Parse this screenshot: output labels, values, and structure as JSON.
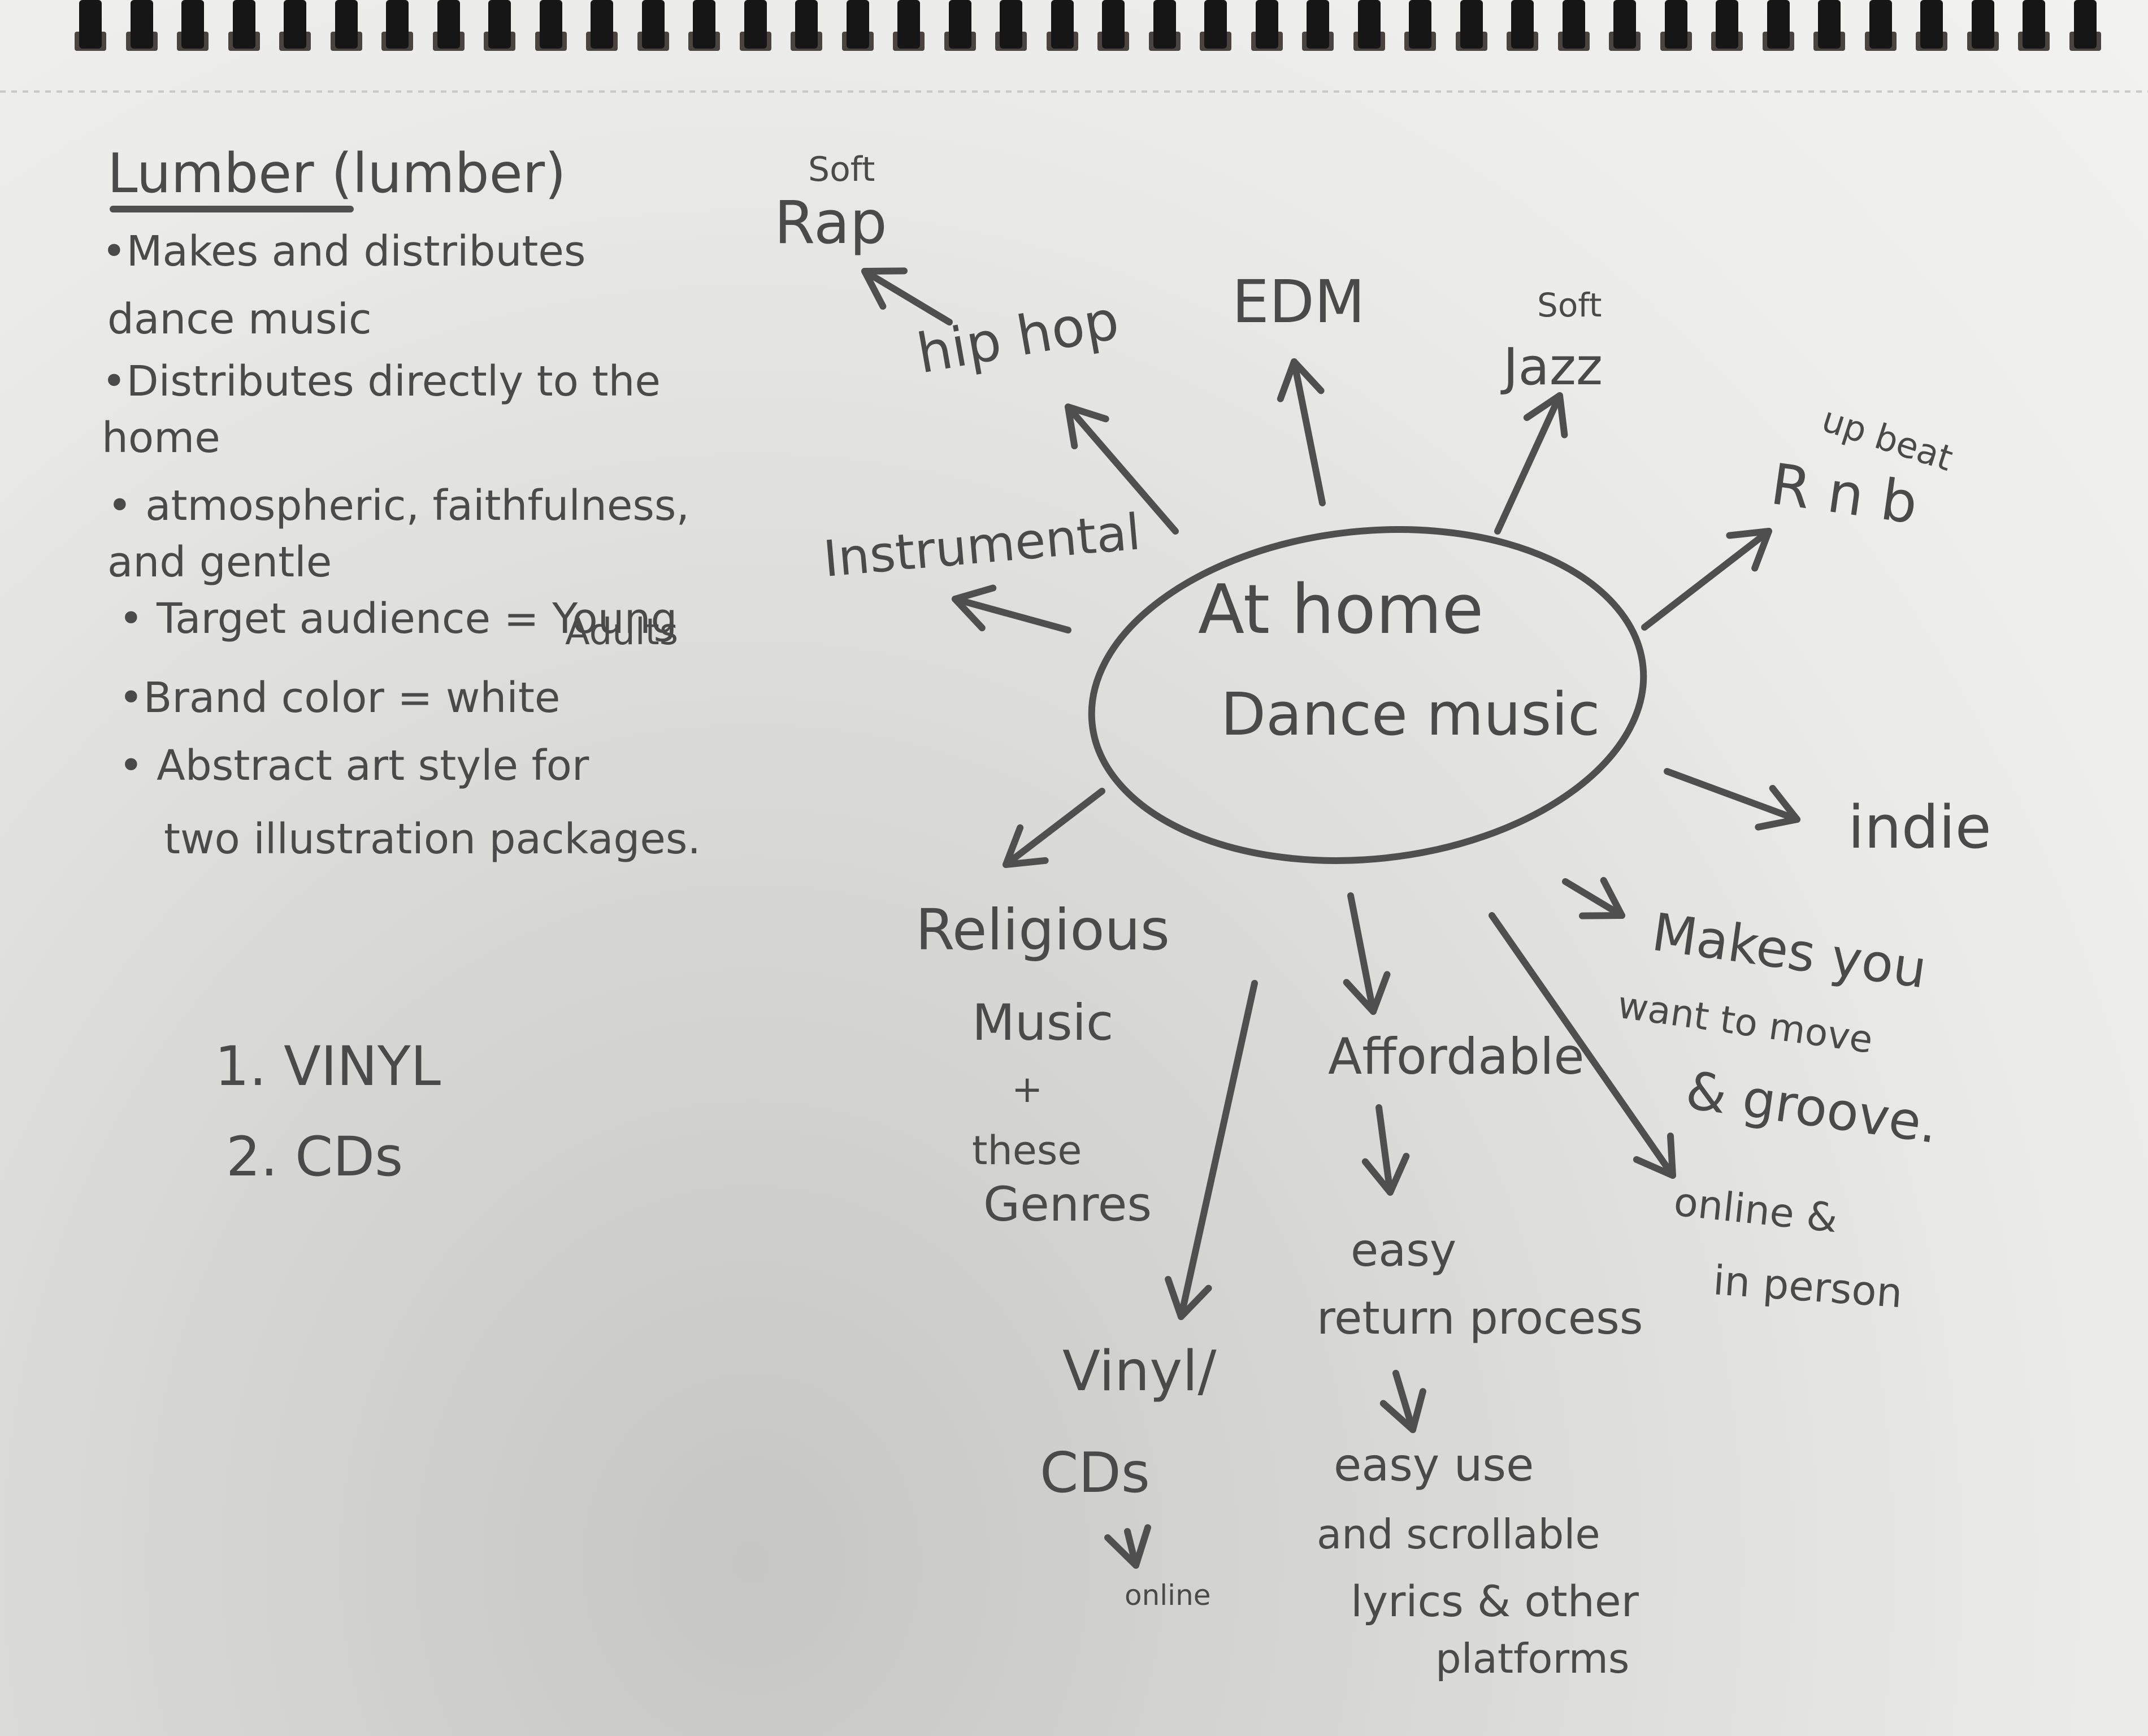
{
  "notes": {
    "title": "Lumber (lumber)",
    "lines": [
      "•Makes and distributes",
      "dance music",
      "•Distributes directly to the",
      "home",
      "• atmospheric, faithfulness,",
      "and gentle",
      "• Target audience = Young",
      "Adults",
      "•Brand color = white",
      "• Abstract art style for",
      "two illustration packages."
    ],
    "formats": [
      "1. VINYL",
      "2. CDs"
    ]
  },
  "map": {
    "center": [
      "At home",
      "Dance music"
    ],
    "soft_rap": [
      "Soft",
      "Rap"
    ],
    "hip_hop": "hip hop",
    "edm": "EDM",
    "soft_jazz": [
      "Soft",
      "Jazz"
    ],
    "upbeat_rnb": [
      "up beat",
      "R n b"
    ],
    "instrumental": "Instrumental",
    "indie": "indie",
    "religious": [
      "Religious",
      "Music",
      "+",
      "these",
      "Genres"
    ],
    "affordable": "Affordable",
    "easy_return": [
      "easy",
      "return process"
    ],
    "easy_use": [
      "easy use",
      "and scrollable",
      "lyrics & other",
      "platforms"
    ],
    "makes_move": [
      "Makes you",
      "want to move",
      "& groove."
    ],
    "online_person": [
      "online &",
      "in person"
    ],
    "vinyl_cds": [
      "Vinyl/",
      "CDs"
    ],
    "online": "online"
  }
}
